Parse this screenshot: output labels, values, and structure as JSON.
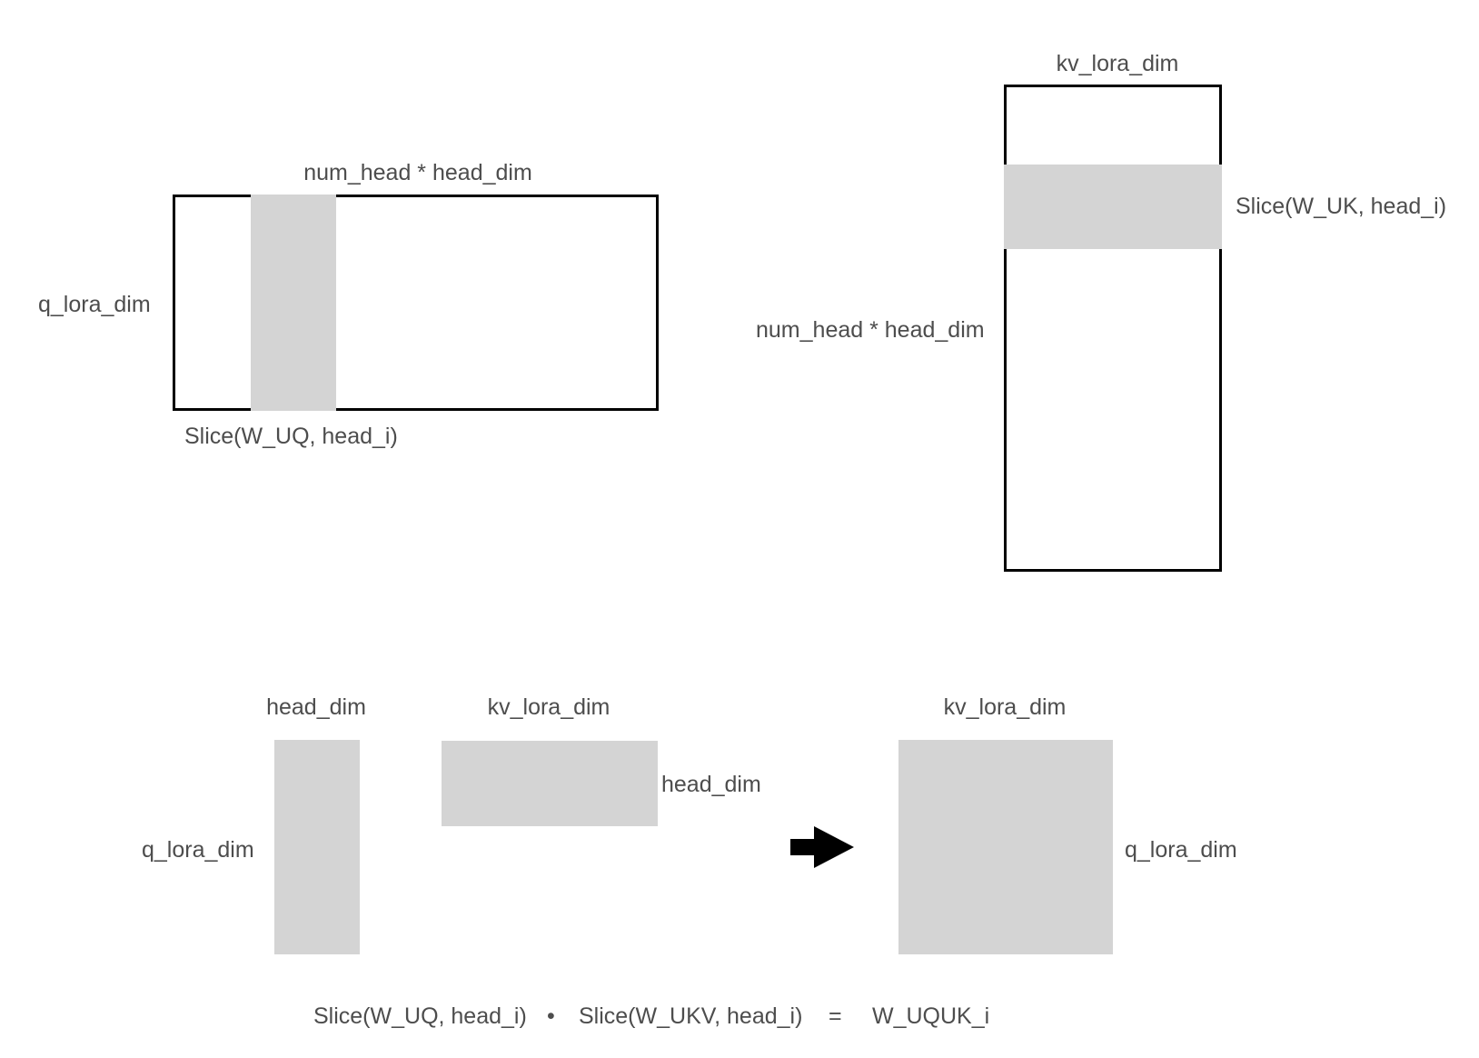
{
  "colors": {
    "shade": "#d4d4d4",
    "outline": "#000000",
    "label": "#4d4d4d",
    "background": "#ffffff"
  },
  "icons": {
    "arrow": "right-arrow-icon",
    "dot": "bullet-dot-icon"
  },
  "matrix_uq": {
    "top_label": "num_head * head_dim",
    "left_label": "q_lora_dim",
    "bottom_label": "Slice(W_UQ, head_i)"
  },
  "matrix_uk": {
    "top_label": "kv_lora_dim",
    "left_label": "num_head * head_dim",
    "right_label": "Slice(W_UK, head_i)"
  },
  "bottom": {
    "slice_uq": {
      "top_label": "head_dim",
      "left_label": "q_lora_dim"
    },
    "slice_ukv": {
      "top_label": "kv_lora_dim",
      "right_label": "head_dim"
    },
    "result": {
      "top_label": "kv_lora_dim",
      "right_label": "q_lora_dim"
    },
    "equation": {
      "lhs": "Slice(W_UQ, head_i)",
      "operator": "•",
      "rhs": "Slice(W_UKV, head_i)",
      "equals": "=",
      "result": "W_UQUK_i"
    }
  }
}
